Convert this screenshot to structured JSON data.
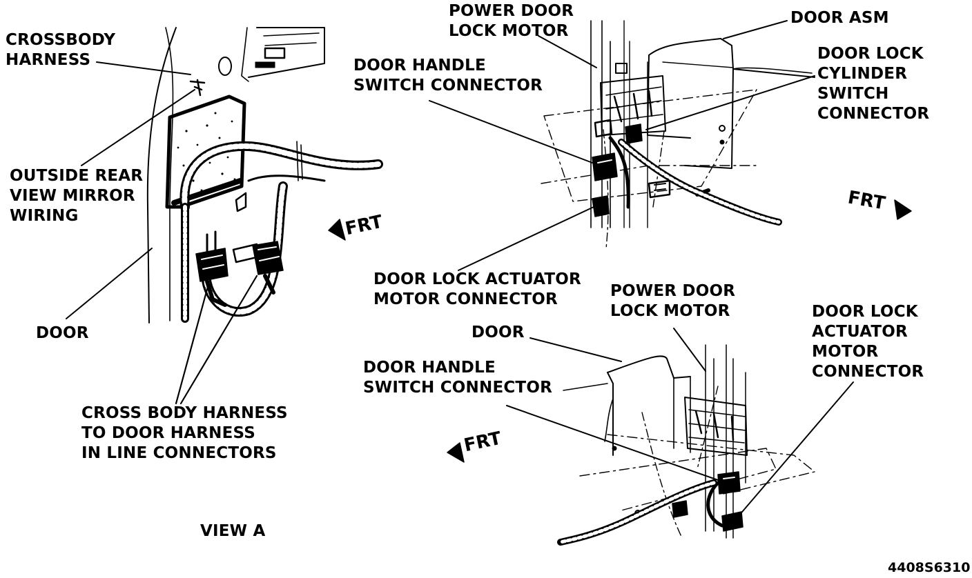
{
  "views": {
    "left": {
      "labels": {
        "crossbody_harness": [
          "CROSSBODY",
          "HARNESS"
        ],
        "outside_mirror_wiring": [
          "OUTSIDE REAR",
          "VIEW MIRROR",
          "WIRING"
        ],
        "door": [
          "DOOR"
        ],
        "inline_connectors": [
          "CROSS BODY HARNESS",
          "TO DOOR HARNESS",
          "IN LINE CONNECTORS"
        ]
      },
      "frt": "FRT",
      "caption": "VIEW A"
    },
    "top_right": {
      "labels": {
        "power_door_lock_motor": [
          "POWER DOOR",
          "LOCK MOTOR"
        ],
        "door_asm": [
          "DOOR ASM"
        ],
        "door_handle_switch_connector": [
          "DOOR HANDLE",
          "SWITCH CONNECTOR"
        ],
        "door_lock_cylinder_switch_connector": [
          "DOOR LOCK",
          "CYLINDER",
          "SWITCH",
          "CONNECTOR"
        ],
        "door_lock_actuator_motor_connector": [
          "DOOR LOCK ACTUATOR",
          "MOTOR CONNECTOR"
        ]
      },
      "frt": "FRT"
    },
    "bottom_right": {
      "labels": {
        "power_door_lock_motor": [
          "POWER DOOR",
          "LOCK MOTOR"
        ],
        "door": [
          "DOOR"
        ],
        "door_lock_actuator_motor_connector": [
          "DOOR LOCK",
          "ACTUATOR",
          "MOTOR",
          "CONNECTOR"
        ],
        "door_handle_switch_connector": [
          "DOOR HANDLE",
          "SWITCH CONNECTOR"
        ]
      },
      "frt": "FRT"
    }
  },
  "figure_number": "4408S6310",
  "colors": {
    "ink": "#000000",
    "paper": "#ffffff"
  }
}
